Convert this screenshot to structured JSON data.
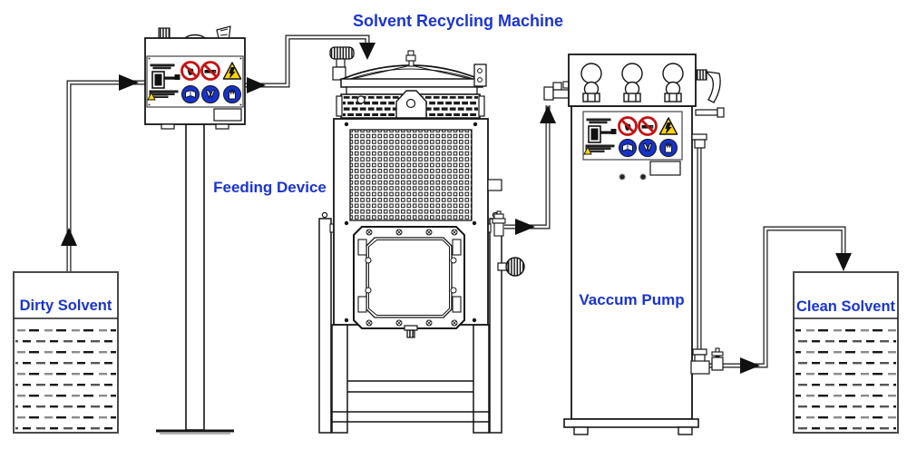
{
  "diagram": {
    "labels": {
      "machine": "Solvent Recycling Machine",
      "feeding_device": "Feeding Device",
      "vacuum_pump": "Vaccum Pump",
      "dirty_solvent": "Dirty Solvent",
      "clean_solvent": "Clean Solvent"
    },
    "flow": [
      {
        "from": "Dirty Solvent",
        "to": "Feeding Device"
      },
      {
        "from": "Feeding Device",
        "to": "Solvent Recycling Machine"
      },
      {
        "from": "Solvent Recycling Machine",
        "to": "Vaccum Pump"
      },
      {
        "from": "Vaccum Pump",
        "to": "Clean Solvent"
      }
    ],
    "safety_icons": [
      "no-open-flame-icon",
      "no-smoking-icon",
      "electric-hazard-icon",
      "read-manual-icon",
      "wear-gloves-icon",
      "hot-surface-hand-icon"
    ],
    "colors": {
      "label_text": "#1a34d1",
      "line": "#141414",
      "prohibition_red": "#c41111",
      "mandatory_blue": "#1533cc",
      "warning_yellow": "#ffd60a"
    }
  }
}
